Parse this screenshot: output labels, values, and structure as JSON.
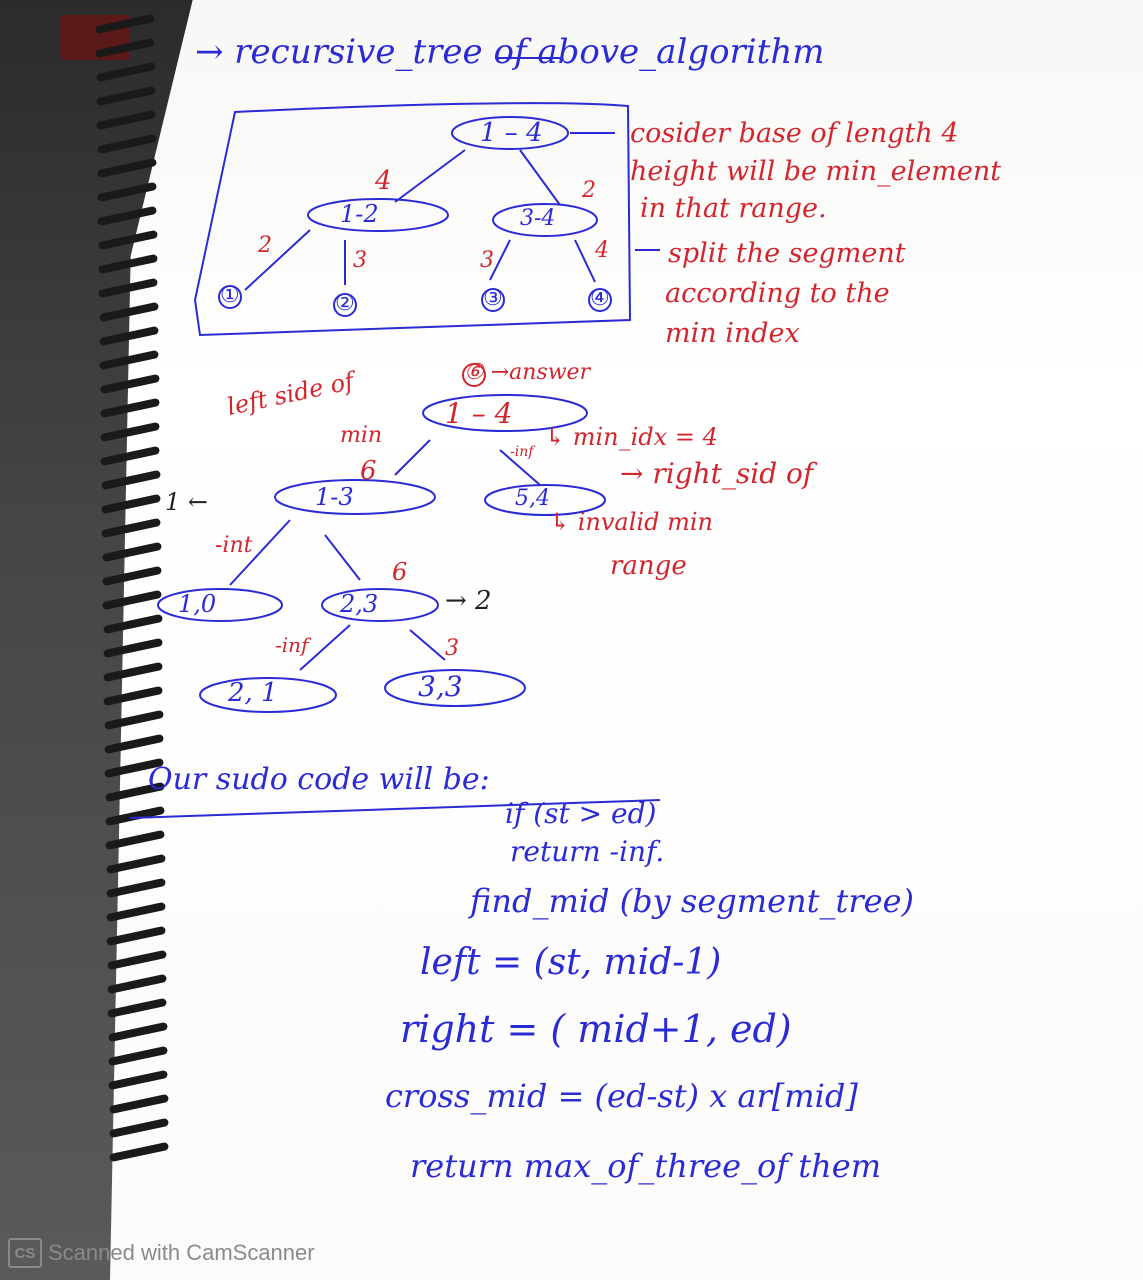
{
  "page": {
    "title": "→ recursive_tree of above_algorithm"
  },
  "colors": {
    "blue_ink": "#2b2bd6",
    "red_ink": "#d2252d"
  },
  "tree1": {
    "nodes": [
      "1 – 4",
      "1-2",
      "3-4",
      "①",
      "②",
      "③",
      "④"
    ],
    "edge_labels": [
      "4",
      "2",
      "2",
      "3",
      "3",
      "4"
    ],
    "notes": [
      "cosider base of length 4",
      "height will be min_element",
      "in that range.",
      "split the segment",
      "according to the",
      "min index"
    ]
  },
  "tree2": {
    "answer": "⑥ →answer",
    "root": "1 – 4",
    "min_idx": "↳ min_idx = 4",
    "left_label_1": "left side of",
    "left_label_2": "min",
    "left_node": "1-3",
    "right_node": "5,4",
    "right_note_1": "→ right_sid of",
    "right_note_2": "↳ invalid min",
    "right_note_3": "range",
    "inf_right": "-inf",
    "left_val": "6",
    "far_left_val": "1 ←",
    "int_label": "-int",
    "node_10": "1,0",
    "node_23": "2,3",
    "node_23_val": "6",
    "node_23_out": "→ 2",
    "inf_label_2": "-inf",
    "node_21": "2, 1",
    "node_33": "3,3",
    "node_33_val": "3"
  },
  "pseudo": {
    "heading": "Our sudo code will be:",
    "lines": [
      "if (st > ed)",
      "return -inf.",
      "find_mid (by segment_tree)",
      "left = (st, mid-1)",
      "right = ( mid+1, ed)",
      "cross_mid = (ed-st) x ar[mid]",
      "return max_of_three_of them"
    ]
  },
  "watermark": {
    "logo": "CS",
    "text": "Scanned with CamScanner"
  }
}
